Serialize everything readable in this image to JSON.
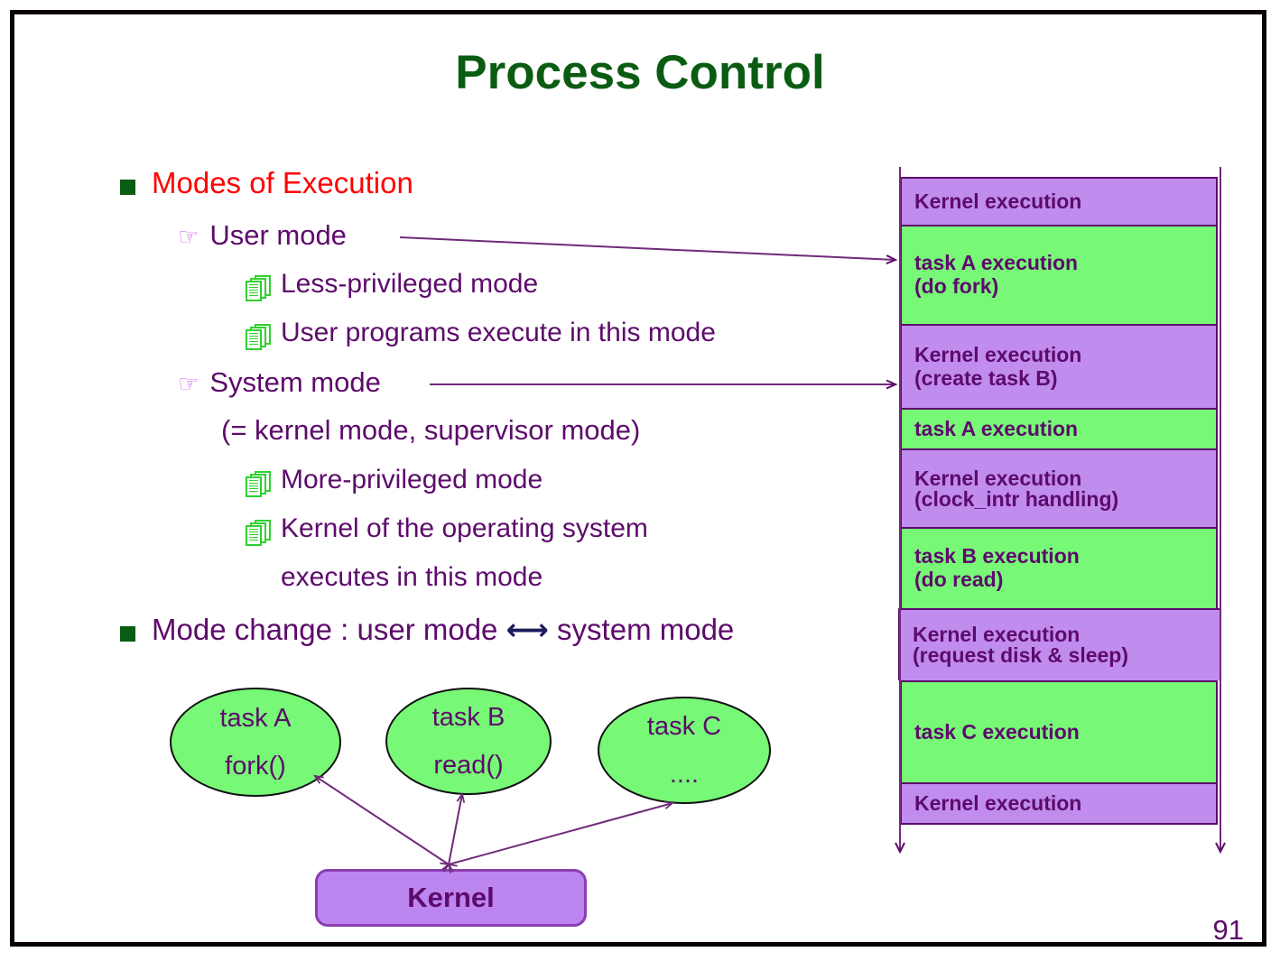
{
  "slide": {
    "title": "Process Control",
    "page_number": "91",
    "colors": {
      "title_green": "#0b5c13",
      "text_purple": "#5d0b6b",
      "accent_red": "#ff0000",
      "kernel_block_purple": "#c08cee",
      "task_block_green": "#77f877",
      "hand_bullet_purple": "#d06ce8",
      "doc_icon_green": "#2fd02f",
      "frame_black": "#0a0008"
    }
  },
  "outline": {
    "bullet1": "Modes of Execution",
    "user_mode": "User mode",
    "user_sub1": "Less-privileged mode",
    "user_sub2": "User programs execute in this mode",
    "system_mode": "System mode",
    "system_alias": "(= kernel mode, supervisor mode)",
    "system_sub1": "More-privileged mode",
    "system_sub2": "Kernel of the operating system",
    "system_sub2b": "executes in this mode",
    "bullet2_a": "Mode change : user mode ",
    "bullet2_arrow": "⟷",
    "bullet2_b": " system mode"
  },
  "timeline": {
    "blocks": [
      {
        "label": "Kernel execution",
        "kind": "kernel"
      },
      {
        "label": "task A execution\n(do fork)",
        "kind": "task"
      },
      {
        "label": "Kernel execution\n(create task B)",
        "kind": "kernel"
      },
      {
        "label": "task A execution",
        "kind": "task"
      },
      {
        "label": "Kernel execution\n(clock_intr handling)",
        "kind": "kernel"
      },
      {
        "label": "task B execution\n(do read)",
        "kind": "task"
      },
      {
        "label": "Kernel execution\n(request disk & sleep)",
        "kind": "kernel"
      },
      {
        "label": "task C execution",
        "kind": "task"
      },
      {
        "label": "Kernel execution",
        "kind": "kernel"
      }
    ]
  },
  "tasks": {
    "a_line1": "task A",
    "a_line2": "fork()",
    "b_line1": "task B",
    "b_line2": "read()",
    "c_line1": "task C",
    "c_line2": "...."
  },
  "kernel_box": {
    "label": "Kernel"
  }
}
